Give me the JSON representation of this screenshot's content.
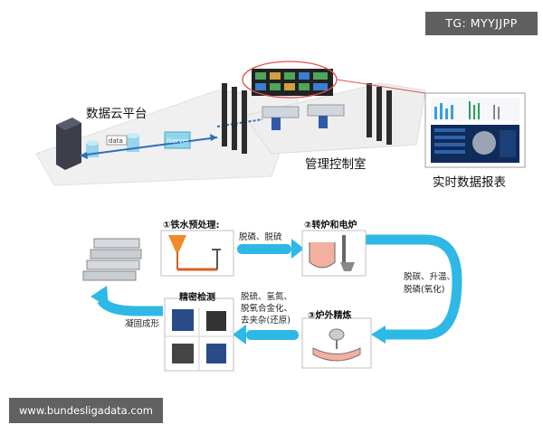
{
  "badge": "TG: MYYJJPP",
  "watermark": "www.bundesligadata.com",
  "top": {
    "cloud_label": "数据云平台",
    "control_label": "管理控制室",
    "realtime_label": "实时数据报表",
    "data_tag": "data",
    "server_tag": "iServer"
  },
  "process": {
    "step1": {
      "title": "①铁水预处理:",
      "desc": "脱磷、脱硫"
    },
    "step2": {
      "title": "②转炉和电炉",
      "desc_lines": [
        "脱碳、升温、",
        "脱磷(氧化)"
      ]
    },
    "step3": {
      "title": "③炉外精炼",
      "desc_lines": [
        "脱硫、氢氮、",
        "脱氧合金化、",
        "去夹杂(还原)"
      ]
    },
    "inspection": {
      "title": "精密检测"
    },
    "forming": {
      "label": "凝固成形"
    }
  },
  "colors": {
    "flow": "#2eb8e6",
    "ring": "#e05050"
  }
}
